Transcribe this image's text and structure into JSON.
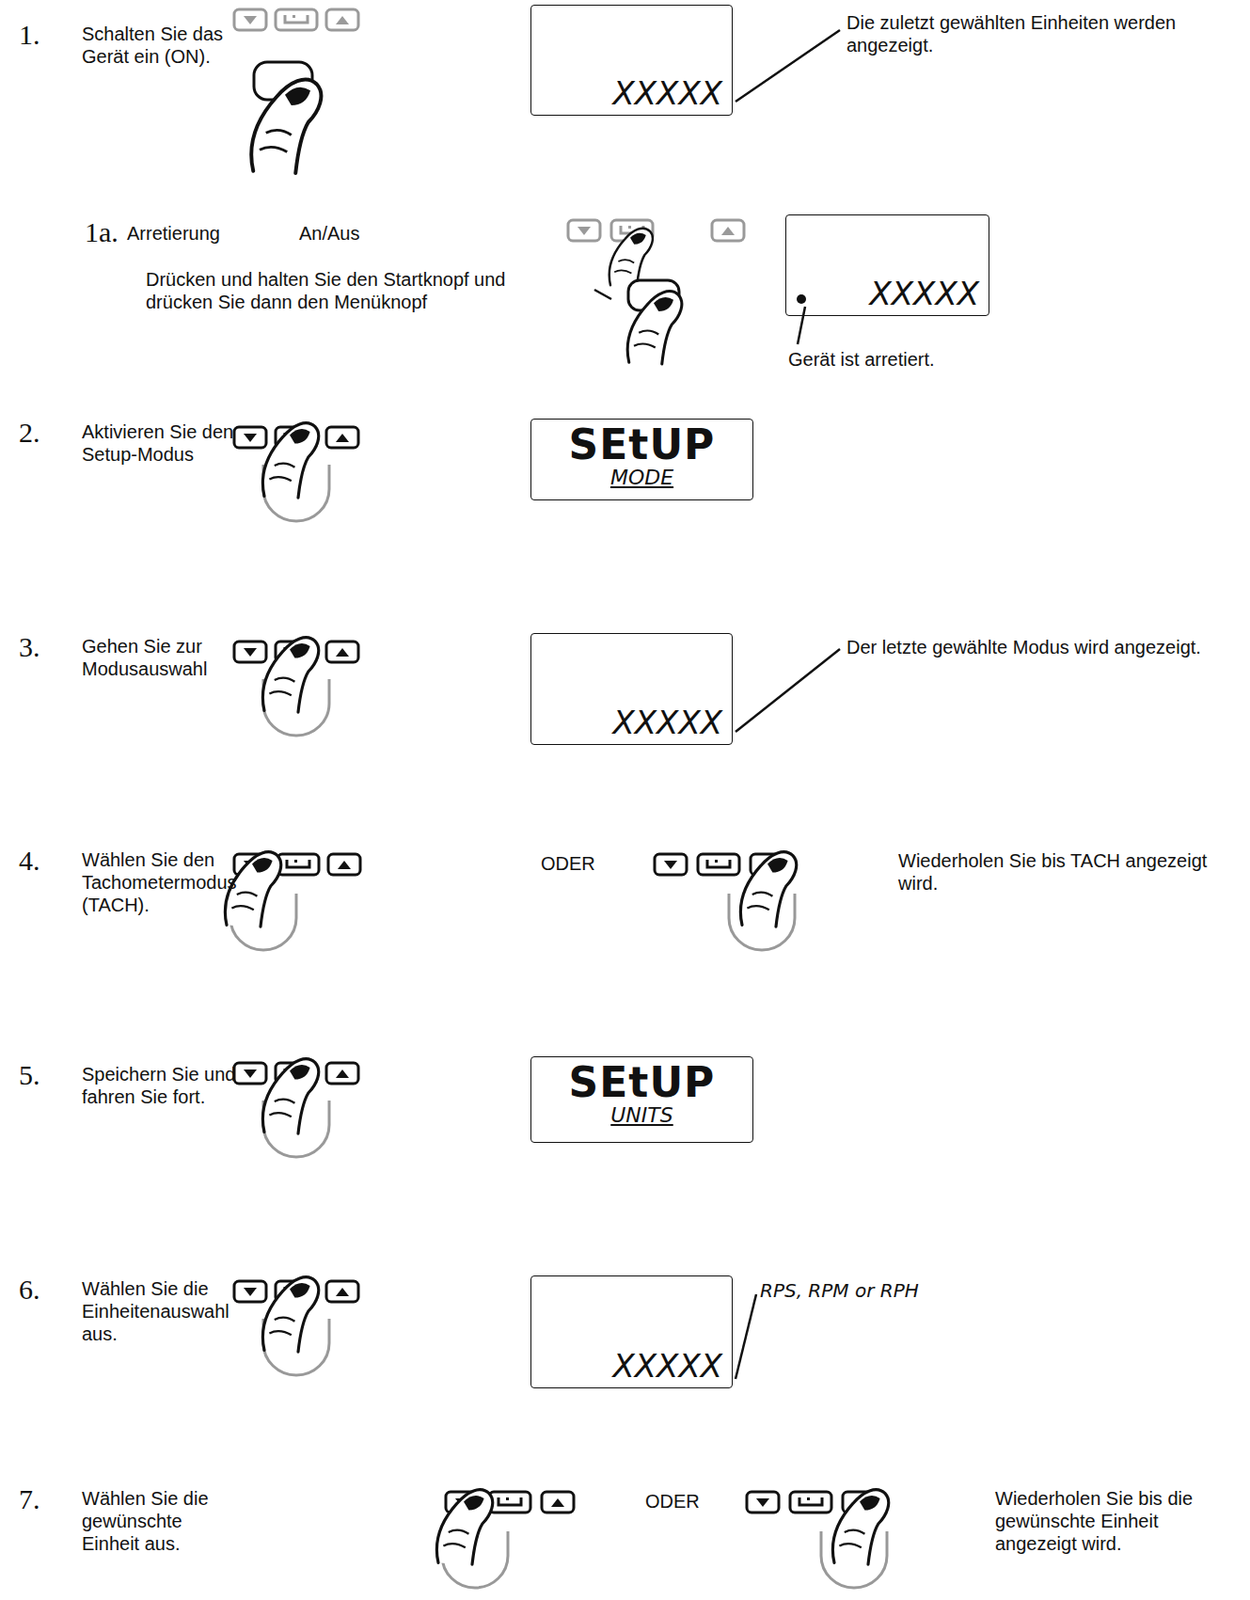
{
  "diagram": {
    "nodes": [
      {
        "text": [
          "XXXXX"
        ]
      },
      {
        "text": [
          "XXXXX"
        ]
      },
      {
        "text": [
          "SEtUP",
          "MODE"
        ]
      },
      {
        "text": [
          "XXXXX"
        ]
      },
      {
        "text": [
          "SEtUP",
          "UNITS"
        ]
      },
      {
        "text": [
          "XXXXX"
        ]
      }
    ],
    "labels": [
      "1.",
      "Schalten Sie das Gerät ein (ON).",
      "Die zuletzt gewählten Einheiten werden angezeigt.",
      "1a.",
      "Arretierung",
      "An/Aus",
      "Drücken und halten Sie den Startknopf und drücken Sie dann den Menüknopf",
      "Gerät ist arretiert.",
      "2.",
      "Aktivieren Sie den Setup-Modus",
      "3.",
      "Gehen Sie zur Modusauswahl",
      "Der letzte gewählte Modus wird angezeigt.",
      "4.",
      "Wählen Sie den Tachometermodus (TACH).",
      "ODER",
      "Wiederholen Sie bis TACH angezeigt wird.",
      "5.",
      "Speichern Sie und fahren Sie fort.",
      "6.",
      "Wählen Sie die Einheitenauswahl aus.",
      "RPS, RPM or RPH",
      "7.",
      "Wählen Sie die gewünschte Einheit aus.",
      "ODER",
      "Wiederholen Sie bis die gewünschte Einheit angezeigt wird."
    ]
  }
}
